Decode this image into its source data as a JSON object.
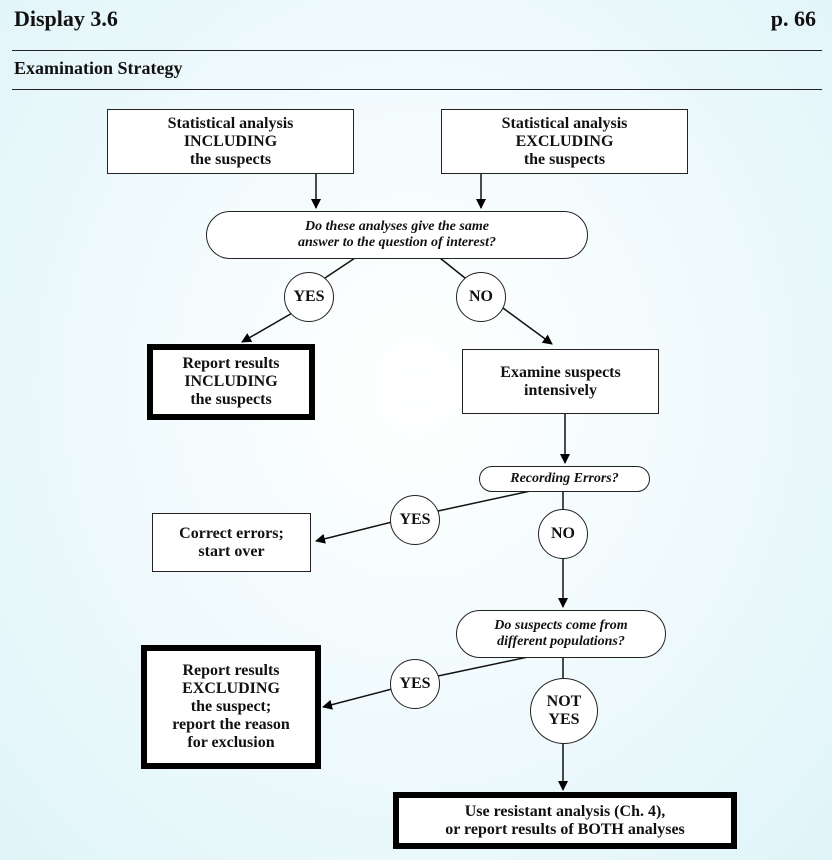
{
  "header": {
    "display_title": "Display 3.6",
    "page_number": "p. 66",
    "subtitle": "Examination Strategy"
  },
  "flowchart": {
    "start_including": "Statistical analysis\nINCLUDING\nthe suspects",
    "start_excluding": "Statistical analysis\nEXCLUDING\nthe suspects",
    "question_same_answer": "Do these analyses give the same\nanswer to the question of interest?",
    "yes_1": "YES",
    "no_1": "NO",
    "report_including": "Report results\nINCLUDING\nthe suspects",
    "examine_suspects": "Examine suspects\nintensively",
    "question_recording_errors": "Recording Errors?",
    "yes_2": "YES",
    "no_2": "NO",
    "correct_errors": "Correct errors;\nstart over",
    "question_populations": "Do suspects come from\ndifferent populations?",
    "yes_3": "YES",
    "not_yes": "NOT\nYES",
    "report_excluding": "Report results\nEXCLUDING\nthe suspect;\nreport the reason\nfor exclusion",
    "use_resistant": "Use resistant analysis (Ch. 4),\nor report results of BOTH analyses"
  }
}
